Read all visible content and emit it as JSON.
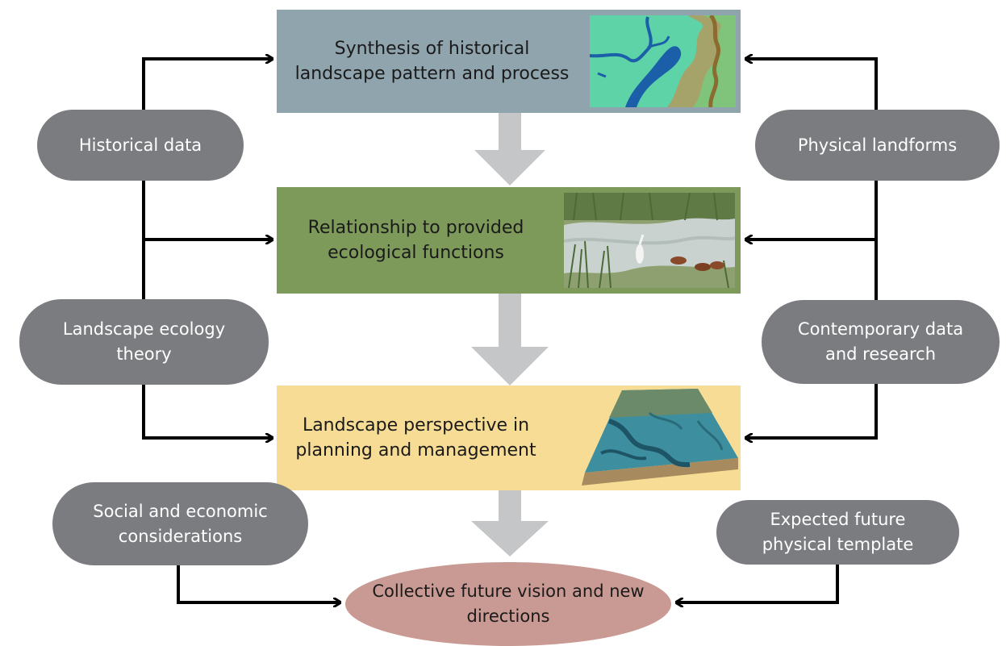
{
  "boxes": {
    "synthesis": {
      "line1": "Synthesis of historical",
      "line2": "landscape pattern and process",
      "color": "#8fa4ad"
    },
    "relationship": {
      "line1": "Relationship to provided",
      "line2": "ecological functions",
      "color": "#7d9a5a"
    },
    "perspective": {
      "line1": "Landscape perspective in",
      "line2": "planning and management",
      "color": "#f7dc95"
    }
  },
  "left_pills": {
    "historical": {
      "line1": "Historical data",
      "line2": ""
    },
    "ecology": {
      "line1": "Landscape ecology",
      "line2": "theory"
    },
    "social": {
      "line1": "Social and economic",
      "line2": "considerations"
    }
  },
  "right_pills": {
    "landforms": {
      "line1": "Physical landforms",
      "line2": ""
    },
    "contemporary": {
      "line1": "Contemporary data",
      "line2": "and research"
    },
    "future_template": {
      "line1": "Expected future",
      "line2": "physical template"
    }
  },
  "goal": {
    "line1": "Collective future vision and new",
    "line2": "directions",
    "color": "#c99a93"
  },
  "colors": {
    "pill": "#7b7c80",
    "flow_arrow": "#c5c6c7",
    "connector": "#000000"
  },
  "images": {
    "synthesis": "historical-map-thumbnail",
    "relationship": "wetland-birds-photo",
    "perspective": "3d-landscape-model"
  }
}
